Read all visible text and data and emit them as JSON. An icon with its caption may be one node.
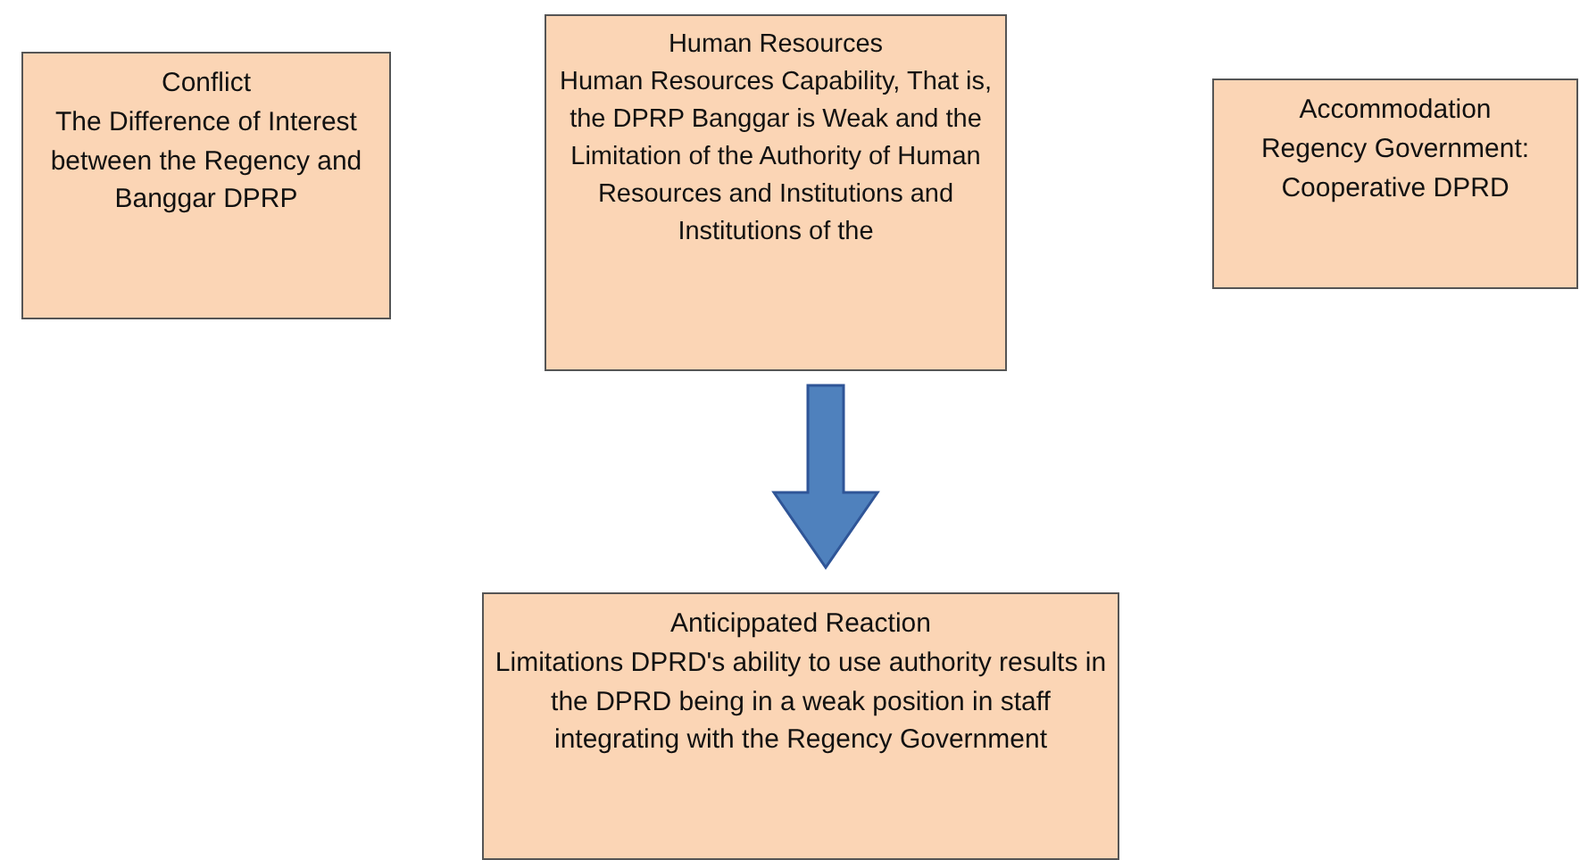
{
  "diagram": {
    "nodes": [
      {
        "text": [
          "Conflict",
          "The Difference of Interest between the Regency and Banggar DPRP"
        ]
      },
      {
        "text": [
          "Human Resources",
          "Human Resources Capability, That is, the DPRP Banggar is Weak and the Limitation of the Authority of Human Resources and Institutions and Institutions of the"
        ]
      },
      {
        "text": [
          "Accommodation",
          "Regency Government: Cooperative DPRD"
        ]
      },
      {
        "text": [
          "Anticippated Reaction",
          "Limitations DPRD's ability to use authority results in the DPRD being in a weak position in staff integrating with the Regency Government"
        ]
      }
    ],
    "edges": [
      {
        "from": 1,
        "to": 3,
        "arrow": "to"
      }
    ]
  }
}
